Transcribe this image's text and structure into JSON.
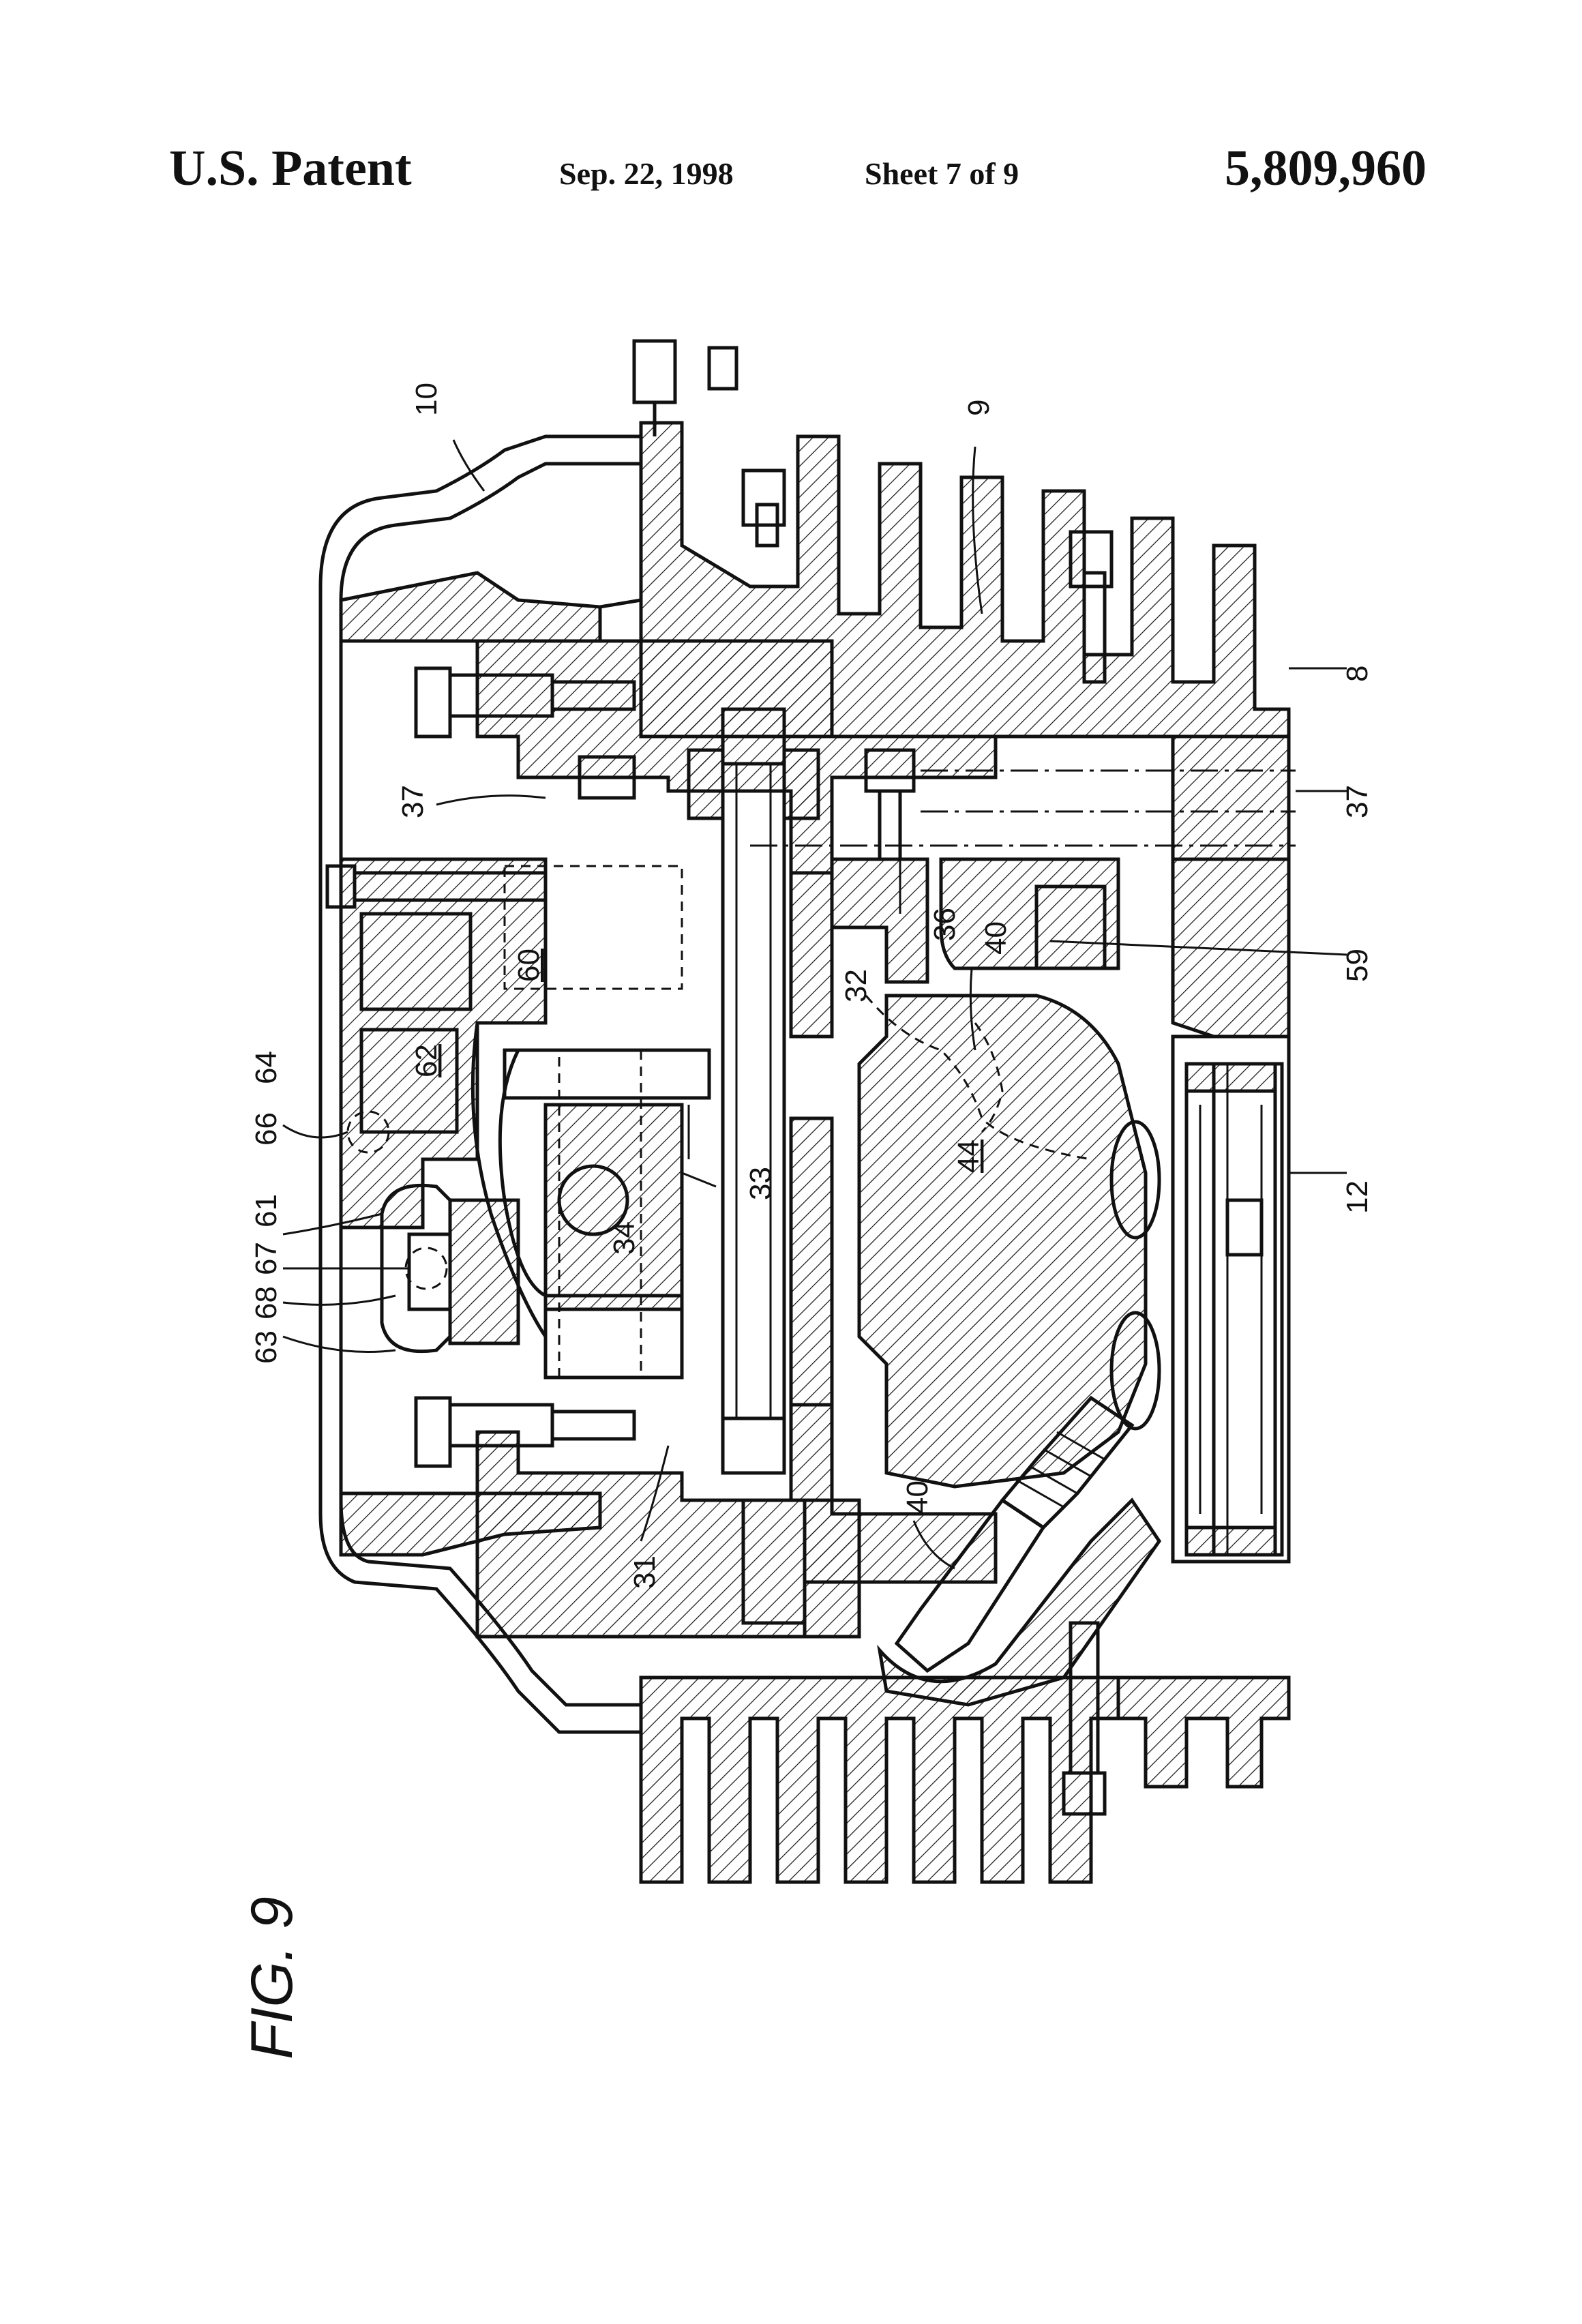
{
  "header": {
    "left": "U.S. Patent",
    "date": "Sep. 22, 1998",
    "sheet": "Sheet 7 of 9",
    "number": "5,809,960"
  },
  "figure": {
    "label": "FIG. 9",
    "refs": {
      "r10": "10",
      "r9": "9",
      "r8": "8",
      "r37a": "37",
      "r37b": "37",
      "r36": "36",
      "r40a": "40",
      "r40b": "40",
      "r59": "59",
      "r60": "60",
      "r62": "62",
      "r64": "64",
      "r66": "66",
      "r32": "32",
      "r33": "33",
      "r34": "34",
      "r44": "44",
      "r12": "12",
      "r61": "61",
      "r67": "67",
      "r68": "68",
      "r63": "63",
      "r31": "31"
    }
  }
}
